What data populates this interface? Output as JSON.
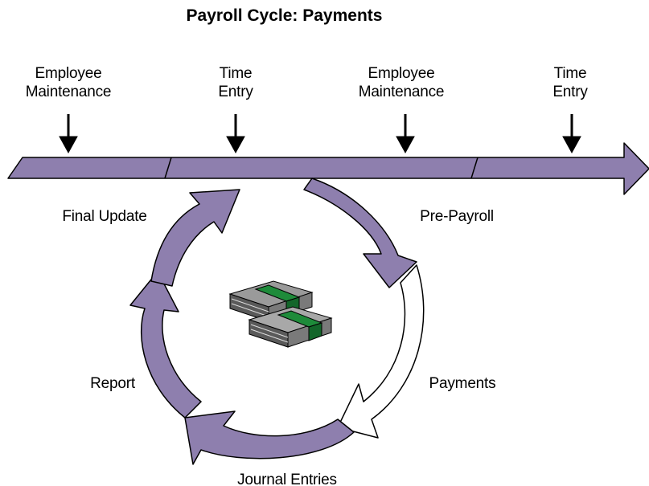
{
  "title": "Payroll Cycle: Payments",
  "timeline": {
    "labels": [
      {
        "line1": "Employee",
        "line2": "Maintenance"
      },
      {
        "line1": "Time",
        "line2": "Entry"
      },
      {
        "line1": "Employee",
        "line2": "Maintenance"
      },
      {
        "line1": "Time",
        "line2": "Entry"
      }
    ]
  },
  "cycle": {
    "steps": [
      {
        "label": "Pre-Payroll",
        "highlighted": false
      },
      {
        "label": "Payments",
        "highlighted": true
      },
      {
        "label": "Journal Entries",
        "highlighted": false
      },
      {
        "label": "Report",
        "highlighted": false
      },
      {
        "label": "Final Update",
        "highlighted": false
      }
    ]
  },
  "center_graphic": {
    "icon": "money-stack-icon"
  },
  "colors": {
    "arrow_fill": "#8E7FAE",
    "arrow_outline": "#000000",
    "active_step_fill": "#FFFFFF",
    "money_green": "#1E8B3A",
    "money_gray": "#9A9A9A"
  }
}
